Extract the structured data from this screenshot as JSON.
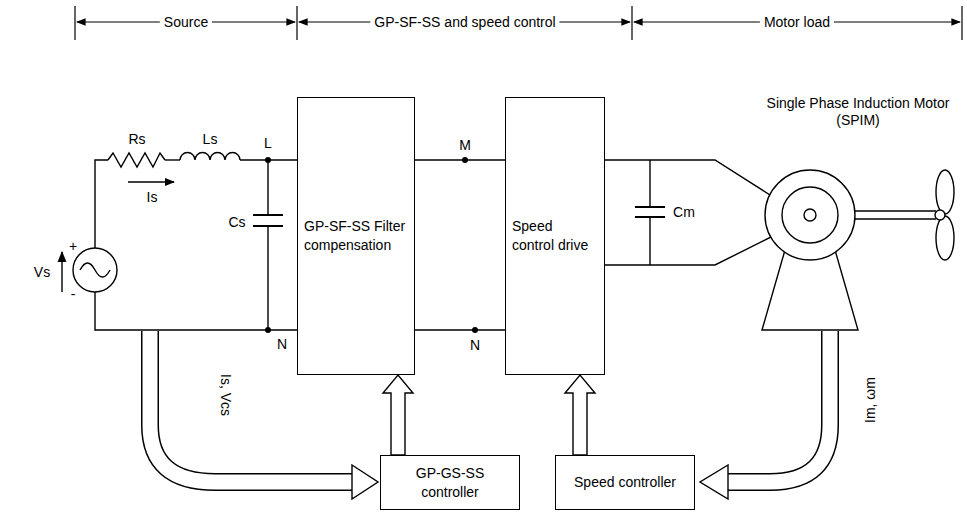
{
  "diagram": {
    "nodes": [
      {
        "text": [
          "GP-SF-SS Filter compensation"
        ]
      },
      {
        "text": [
          "Speed control drive"
        ]
      },
      {
        "text": [
          "GP-GS-SS controller"
        ]
      },
      {
        "text": [
          "Speed controller"
        ]
      }
    ],
    "edges": [
      {
        "from": 0,
        "to": 1,
        "arrow": "none",
        "label": "M"
      },
      {
        "from": 0,
        "to": 1,
        "arrow": "none",
        "label": "N"
      },
      {
        "from": 2,
        "to": 0,
        "arrow": "to"
      },
      {
        "from": 3,
        "to": 1,
        "arrow": "to"
      }
    ],
    "labels": [
      "Source",
      "GP-SF-SS and speed control",
      "Motor load",
      "Vs",
      "+",
      "-",
      "Rs",
      "Ls",
      "Is",
      "L",
      "Cs",
      "N",
      "Cm",
      "Single Phase Induction Motor (SPIM)",
      "Is, Vcs",
      "Im, ωm"
    ]
  }
}
